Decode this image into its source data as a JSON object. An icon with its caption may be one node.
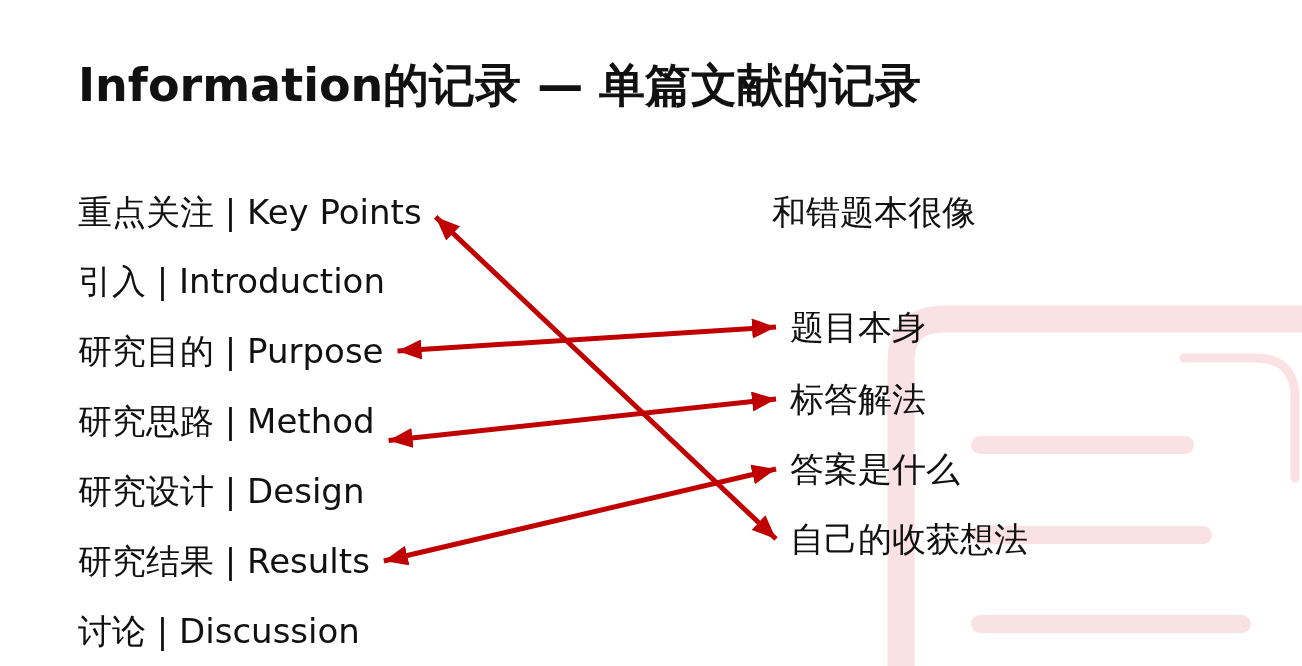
{
  "diagram": {
    "title": "Information的记录 — 单篇文献的记录",
    "nodes": [
      {
        "text": [
          "重点关注 | Key Points"
        ]
      },
      {
        "text": [
          "引入 | Introduction"
        ]
      },
      {
        "text": [
          "研究目的 | Purpose"
        ]
      },
      {
        "text": [
          "研究思路 | Method"
        ]
      },
      {
        "text": [
          "研究设计 | Design"
        ]
      },
      {
        "text": [
          "研究结果 | Results"
        ]
      },
      {
        "text": [
          "讨论 | Discussion"
        ]
      },
      {
        "text": [
          "题目本身"
        ]
      },
      {
        "text": [
          "标答解法"
        ]
      },
      {
        "text": [
          "答案是什么"
        ]
      },
      {
        "text": [
          "自己的收获想法"
        ]
      }
    ],
    "edges": [
      {
        "from": 0,
        "to": 10,
        "arrow": "both"
      },
      {
        "from": 2,
        "to": 7,
        "arrow": "both"
      },
      {
        "from": 3,
        "to": 8,
        "arrow": "both"
      },
      {
        "from": 5,
        "to": 9,
        "arrow": "both"
      }
    ],
    "labels": [
      "和错题本很像"
    ]
  }
}
